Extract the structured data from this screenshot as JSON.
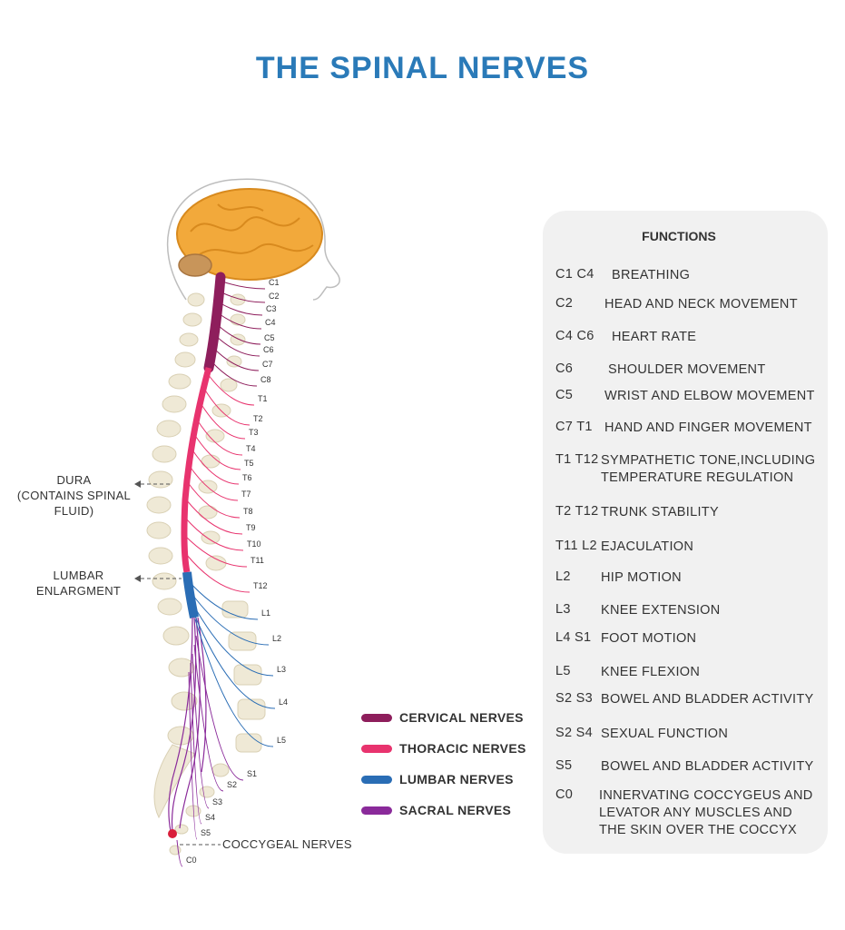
{
  "title": "THE SPINAL NERVES",
  "labels": {
    "dura": "DURA\n(CONTAINS SPINAL\nFLUID)",
    "lumbar_enlargement": "LUMBAR\nENLARGMENT",
    "coccygeal": "COCCYGEAL NERVES"
  },
  "nerve_labels": [
    "C1",
    "C2",
    "C3",
    "C4",
    "C5",
    "C6",
    "C7",
    "C8",
    "T1",
    "T2",
    "T3",
    "T4",
    "T5",
    "T6",
    "T7",
    "T8",
    "T9",
    "T10",
    "T11",
    "T12",
    "L1",
    "L2",
    "L3",
    "L4",
    "L5",
    "S1",
    "S2",
    "S3",
    "S4",
    "S5",
    "C0"
  ],
  "legend": [
    {
      "label": "CERVICAL NERVES",
      "color": "#8e1e5c"
    },
    {
      "label": "THORACIC NERVES",
      "color": "#e8336e"
    },
    {
      "label": "LUMBAR NERVES",
      "color": "#2a6db5"
    },
    {
      "label": "SACRAL NERVES",
      "color": "#8a2a9a"
    }
  ],
  "functions": {
    "title": "FUNCTIONS",
    "rows": [
      {
        "code": "C1 C4",
        "desc": "BREATHING"
      },
      {
        "code": "C2",
        "desc": "HEAD AND NECK MOVEMENT"
      },
      {
        "code": "C4 C6",
        "desc": "HEART RATE"
      },
      {
        "code": "C6",
        "desc": "SHOULDER MOVEMENT"
      },
      {
        "code": "C5",
        "desc": "WRIST AND ELBOW MOVEMENT"
      },
      {
        "code": "C7  T1",
        "desc": "HAND AND FINGER MOVEMENT"
      },
      {
        "code": "T1  T12",
        "desc": "SYMPATHETIC TONE,INCLUDING\n  TEMPERATURE REGULATION"
      },
      {
        "code": "T2 T12",
        "desc": "TRUNK STABILITY"
      },
      {
        "code": "T11  L2",
        "desc": "EJACULATION"
      },
      {
        "code": "L2",
        "desc": "HIP MOTION"
      },
      {
        "code": "L3",
        "desc": "KNEE EXTENSION"
      },
      {
        "code": "L4  S1",
        "desc": "FOOT MOTION"
      },
      {
        "code": "L5",
        "desc": "KNEE FLEXION"
      },
      {
        "code": "S2  S3",
        "desc": "BOWEL AND BLADDER ACTIVITY"
      },
      {
        "code": "S2  S4",
        "desc": "SEXUAL FUNCTION"
      },
      {
        "code": "S5",
        "desc": "BOWEL AND BLADDER ACTIVITY"
      },
      {
        "code": "C0",
        "desc": "INNERVATING COCCYGEUS AND\nLEVATOR ANY MUSCLES AND\nTHE SKIN OVER THE COCCYX"
      }
    ]
  }
}
